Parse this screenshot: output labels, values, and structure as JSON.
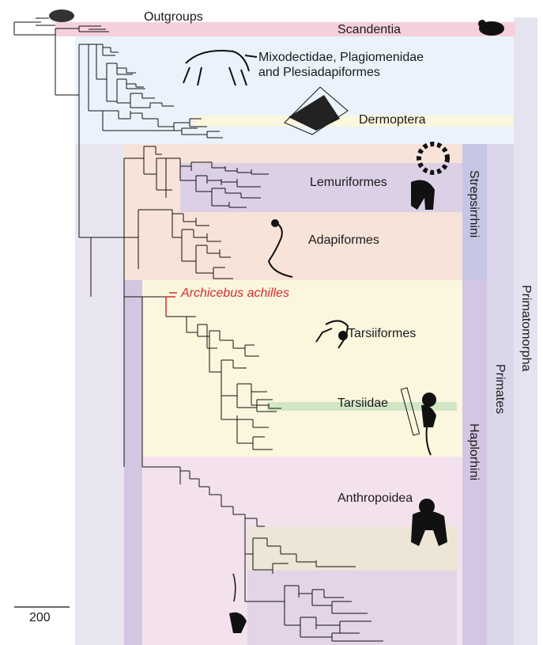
{
  "labels": {
    "outgroups": "Outgroups",
    "scandentia": "Scandentia",
    "mixodectidae_line1": "Mixodectidae, Plagiomenidae",
    "mixodectidae_line2": "and Plesiadapiformes",
    "dermoptera": "Dermoptera",
    "lemuriformes": "Lemuriformes",
    "adapiformes": "Adapiformes",
    "archicebus": "Archicebus achilles",
    "tarsiiformes": "Tarsiiformes",
    "tarsiidae": "Tarsiidae",
    "anthropoidea": "Anthropoidea",
    "strepsirrhini": "Strepsirrhini",
    "haplorhini": "Haplorhini",
    "primates": "Primates",
    "primatomorpha": "Primatomorpha",
    "scale_value": "200"
  },
  "colors": {
    "primatomorpha_band": "#e6e3f0",
    "primates_band": "#dcd6ea",
    "strepsirrhini_band": "#c6c6e4",
    "haplorhini_band": "#d4c6e2",
    "scandentia": "#f5d0dc",
    "mixodectidae": "#eaf3fb",
    "dermoptera_strip": "#fbf6de",
    "strepsirrhini_region": "#f8e3d8",
    "lemuriformes": "#dcd0e6",
    "tarsiiformes_region": "#fbf6de",
    "tarsiidae": "#d2e6c6",
    "anthropoidea_region": "#f3e2ee",
    "catarrhine_band": "#ede5d6",
    "platyrrhine_band": "#e3d4e8",
    "archicebus": "#d52b2b"
  }
}
